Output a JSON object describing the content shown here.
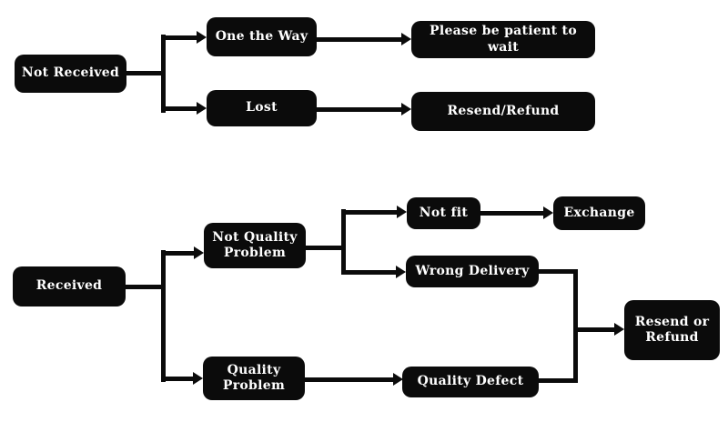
{
  "colors": {
    "background": "#ffffff",
    "node_fill": "#0b0b0b",
    "node_text": "#ffffff",
    "connector": "#0b0b0b"
  },
  "nodes": {
    "not_received": {
      "label": "Not Received"
    },
    "one_the_way": {
      "label": "One the Way"
    },
    "lost": {
      "label": "Lost"
    },
    "please_be_patient": {
      "label": "Please be patient to wait"
    },
    "resend_refund": {
      "label": "Resend/Refund"
    },
    "received": {
      "label": "Received"
    },
    "not_quality_problem": {
      "label": "Not Quality Problem"
    },
    "quality_problem": {
      "label": "Quality Problem"
    },
    "not_fit": {
      "label": "Not fit"
    },
    "exchange": {
      "label": "Exchange"
    },
    "wrong_delivery": {
      "label": "Wrong Delivery"
    },
    "quality_defect": {
      "label": "Quality Defect"
    },
    "resend_or_refund": {
      "label": "Resend or Refund"
    }
  },
  "edges": [
    {
      "from": "not_received",
      "to": "one_the_way"
    },
    {
      "from": "not_received",
      "to": "lost"
    },
    {
      "from": "one_the_way",
      "to": "please_be_patient"
    },
    {
      "from": "lost",
      "to": "resend_refund"
    },
    {
      "from": "received",
      "to": "not_quality_problem"
    },
    {
      "from": "received",
      "to": "quality_problem"
    },
    {
      "from": "not_quality_problem",
      "to": "not_fit"
    },
    {
      "from": "not_quality_problem",
      "to": "wrong_delivery"
    },
    {
      "from": "not_fit",
      "to": "exchange"
    },
    {
      "from": "wrong_delivery",
      "to": "resend_or_refund"
    },
    {
      "from": "quality_problem",
      "to": "quality_defect"
    },
    {
      "from": "quality_defect",
      "to": "resend_or_refund"
    }
  ]
}
